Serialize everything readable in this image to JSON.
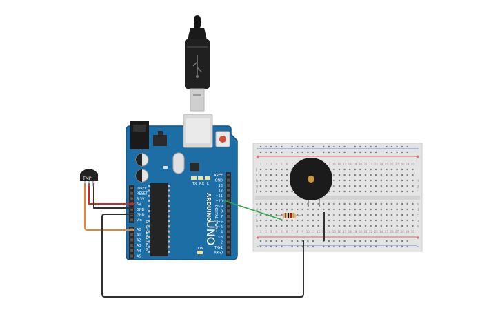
{
  "arduino": {
    "logo": "ARDUINO",
    "model": "UNO",
    "digital_label": "DIGITAL (PWM~)",
    "analog_label": "ANALOG IN",
    "power_label": "POWER",
    "on_label": "ON",
    "tx_label": "TX",
    "rx_label": "RX",
    "l_label": "L",
    "power_pins": [
      "IOREF",
      "RESET",
      "3.3V",
      "5V",
      "GND",
      "GND",
      "Vin"
    ],
    "analog_pins": [
      "A0",
      "A1",
      "A2",
      "A3",
      "A4",
      "A5"
    ],
    "digital_pins": [
      "AREF",
      "GND",
      "13",
      "12",
      "~11",
      "~10",
      "~9",
      "8",
      "7",
      "~6",
      "~5",
      "4",
      "~3",
      "2",
      "TX▸1",
      "RX◂0"
    ]
  },
  "sensor": {
    "label": "TMP"
  },
  "breadboard": {
    "row_letters_top": [
      "j",
      "i",
      "h",
      "g",
      "f"
    ],
    "row_letters_bottom": [
      "e",
      "d",
      "c",
      "b",
      "a"
    ],
    "plus": "+",
    "minus": "-",
    "column_numbers": [
      "1",
      "2",
      "3",
      "4",
      "5",
      "6",
      "7",
      "8",
      "9",
      "10",
      "11",
      "12",
      "13",
      "14",
      "15",
      "16",
      "17",
      "18",
      "19",
      "20",
      "21",
      "22",
      "23",
      "24",
      "25",
      "26",
      "27",
      "28",
      "29",
      "30"
    ]
  },
  "colors": {
    "board": "#1e6ea6",
    "board_dark": "#15557f",
    "header": "#2a2a2a",
    "wire_red": "#e02020",
    "wire_black": "#303030",
    "wire_orange": "#e8832a",
    "wire_green": "#2fa84a",
    "breadboard": "#e4e4e4",
    "rail_red": "#d84040",
    "rail_blue": "#4a6fb5",
    "buzzer": "#1b1b1b",
    "buzzer_dot": "#c99a3c"
  }
}
